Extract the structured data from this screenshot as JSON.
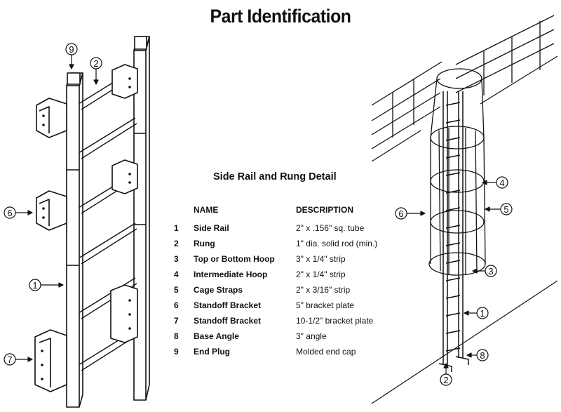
{
  "title": "Part Identification",
  "subtitle": "Side Rail and Rung Detail",
  "table": {
    "headers": {
      "name": "NAME",
      "description": "DESCRIPTION"
    },
    "rows": [
      {
        "num": "1",
        "name": "Side Rail",
        "description": "2\" x .156\" sq. tube"
      },
      {
        "num": "2",
        "name": "Rung",
        "description": "1\" dia. solid rod (min.)"
      },
      {
        "num": "3",
        "name": "Top or Bottom Hoop",
        "description": "3\" x 1/4\" strip"
      },
      {
        "num": "4",
        "name": "Intermediate Hoop",
        "description": "2\" x 1/4\" strip"
      },
      {
        "num": "5",
        "name": "Cage Straps",
        "description": "2\" x 3/16\" strip"
      },
      {
        "num": "6",
        "name": "Standoff Bracket",
        "description": "5\" bracket plate"
      },
      {
        "num": "7",
        "name": "Standoff Bracket",
        "description": "10-1/2\" bracket plate"
      },
      {
        "num": "8",
        "name": "Base Angle",
        "description": "3\" angle"
      },
      {
        "num": "9",
        "name": "End Plug",
        "description": "Molded end cap"
      }
    ]
  },
  "callouts": {
    "left": {
      "c9": "9",
      "c2": "2",
      "c6": "6",
      "c1": "1",
      "c7": "7"
    },
    "right": {
      "c4": "4",
      "c6": "6",
      "c5": "5",
      "c3": "3",
      "c1": "1",
      "c8": "8",
      "c2": "2"
    }
  }
}
